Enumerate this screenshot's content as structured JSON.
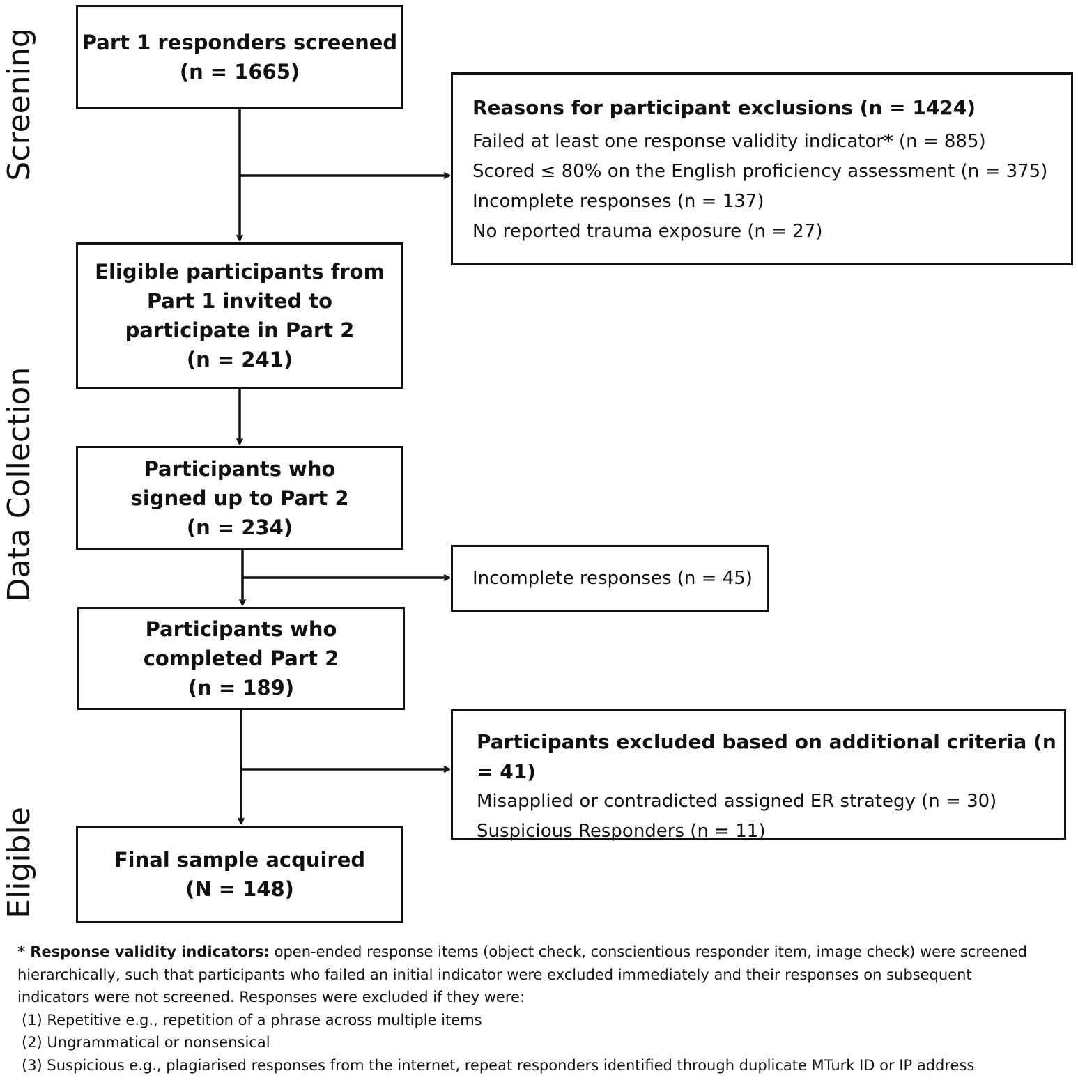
{
  "stages": [
    "Screening",
    "Data Collection",
    "Eligible"
  ],
  "flow": {
    "screened": [
      "Part 1 responders screened",
      "(n = 1665)"
    ],
    "invited": [
      "Eligible participants from",
      "Part 1 invited to",
      "participate in Part 2",
      "(n = 241)"
    ],
    "signed": [
      "Participants who",
      "signed up to Part 2",
      "(n = 234)"
    ],
    "completed": [
      "Participants who",
      "completed Part 2",
      "(n = 189)"
    ],
    "final": [
      "Final sample acquired",
      "(N = 148)"
    ]
  },
  "exclusions_1": {
    "heading": "Reasons for participant exclusions (n = 1424)",
    "items": [
      {
        "text": "Failed at least one response validity indicator",
        "mark": "*",
        "count": " (n = 885)"
      },
      {
        "text": "Scored ≤ 80% on the English proficiency assessment (n = 375)",
        "mark": "",
        "count": ""
      },
      {
        "text": "Incomplete responses (n = 137)",
        "mark": "",
        "count": ""
      },
      {
        "text": "No reported trauma exposure (n = 27)",
        "mark": "",
        "count": ""
      }
    ]
  },
  "exclusions_2": {
    "text": "Incomplete responses (n = 45)"
  },
  "exclusions_3": {
    "heading": "Participants excluded based on additional criteria (n = 41)",
    "items": [
      "Misapplied or contradicted assigned ER strategy (n = 30)",
      "Suspicious Responders (n = 11)"
    ]
  },
  "footnote": {
    "label": "* Response validity indicators:",
    "line1": " open-ended response items (object check, conscientious responder item, image check) were screened",
    "line2": "hierarchically, such that participants who failed an initial indicator were excluded immediately and their responses on subsequent",
    "line3": "indicators were not screened. Responses were excluded if they were:",
    "items": [
      "(1) Repetitive e.g., repetition of a phrase across multiple items",
      "(2) Ungrammatical or nonsensical",
      "(3) Suspicious e.g., plagiarised responses from the internet, repeat responders identified through duplicate MTurk ID or IP address"
    ]
  }
}
